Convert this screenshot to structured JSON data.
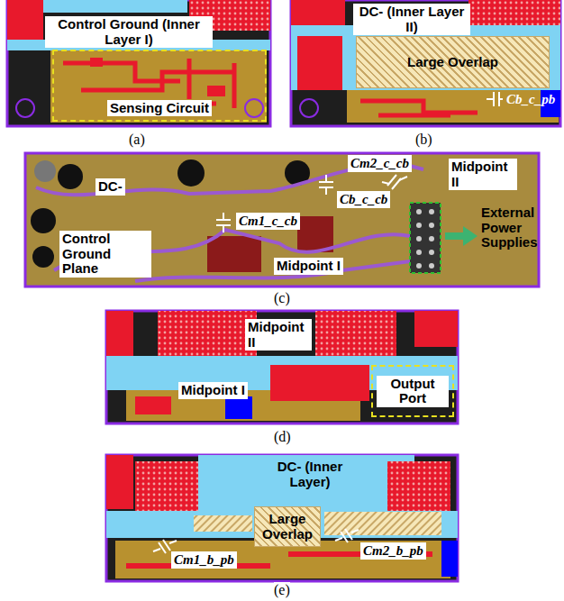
{
  "diagram": {
    "nodes": [
      {
        "text": [
          "Sensing Circuit"
        ]
      },
      {
        "text": [
          "Large Overlap"
        ]
      },
      {
        "text": [
          "Output Port"
        ]
      },
      {
        "text": [
          "Large Overlap"
        ]
      }
    ],
    "labels": [
      "Control Ground (Inner Layer I)",
      "(a)",
      "DC- (Inner Layer II)",
      "Cb_c_pb",
      "(b)",
      "DC-",
      "Cm2_c_cb",
      "Midpoint II",
      "Cb_c_cb",
      "Cm1_c_cb",
      "Control Ground Plane",
      "Midpoint I",
      "External Power Supplies",
      "(c)",
      "Midpoint II",
      "Midpoint I",
      "(d)",
      "DC- (Inner Layer)",
      "Cm1_b_pb",
      "Cm2_b_pb",
      "(e)"
    ]
  }
}
